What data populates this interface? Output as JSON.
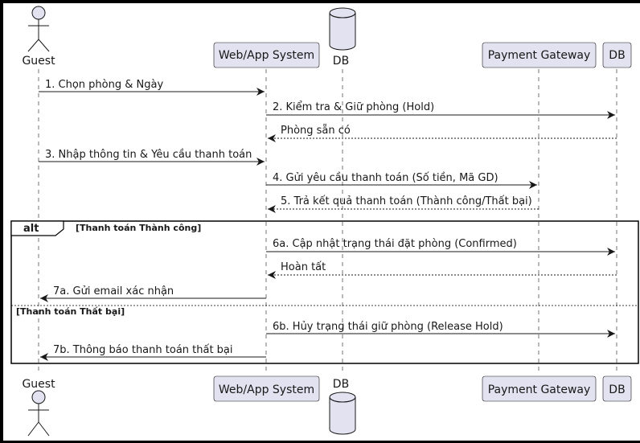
{
  "participants": {
    "guest": "Guest",
    "system": "Web/App System",
    "db_cylinder": "DB",
    "gateway": "Payment Gateway",
    "db_box": "DB"
  },
  "messages": [
    {
      "text": "1. Chọn phòng & Ngày",
      "from": "guest",
      "to": "system",
      "style": "solid"
    },
    {
      "text": "2. Kiểm tra & Giữ phòng (Hold)",
      "from": "system",
      "to": "db_box",
      "style": "solid"
    },
    {
      "text": "Phòng sẵn có",
      "from": "db_box",
      "to": "system",
      "style": "dashed"
    },
    {
      "text": "3. Nhập thông tin & Yêu cầu thanh toán",
      "from": "guest",
      "to": "system",
      "style": "solid"
    },
    {
      "text": "4. Gửi yêu cầu thanh toán (Số tiền, Mã GD)",
      "from": "system",
      "to": "gateway",
      "style": "solid"
    },
    {
      "text": "5. Trả kết quả thanh toán (Thành công/Thất bại)",
      "from": "gateway",
      "to": "system",
      "style": "dashed"
    },
    {
      "text": "6a. Cập nhật trạng thái đặt phòng (Confirmed)",
      "from": "system",
      "to": "db_box",
      "style": "solid"
    },
    {
      "text": "Hoàn tất",
      "from": "db_box",
      "to": "system",
      "style": "dashed"
    },
    {
      "text": "7a. Gửi email xác nhận",
      "from": "system",
      "to": "guest",
      "style": "solid"
    },
    {
      "text": "6b. Hủy trạng thái giữ phòng (Release Hold)",
      "from": "system",
      "to": "db_box",
      "style": "solid"
    },
    {
      "text": "7b. Thông báo thanh toán thất bại",
      "from": "system",
      "to": "guest",
      "style": "solid"
    }
  ],
  "alt_fragment": {
    "keyword": "alt",
    "guard_success": "[Thanh toán Thành công]",
    "guard_failure": "[Thanh toán Thất bại]"
  },
  "colors": {
    "participant_fill": "#e2e2f0",
    "line": "#181818",
    "frame_bg": "#000000"
  }
}
